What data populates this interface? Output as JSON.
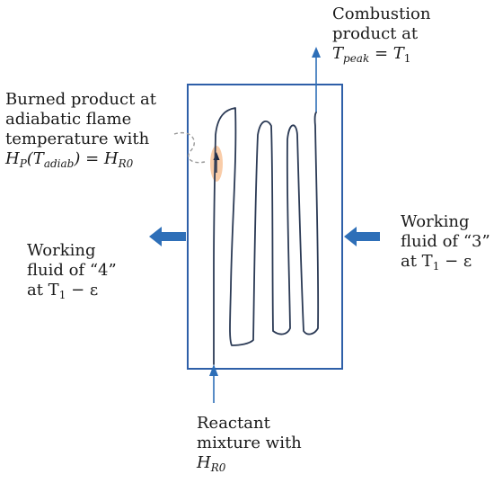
{
  "labels": {
    "top_right_line1": "Combustion",
    "top_right_line2": "product at",
    "top_right_eq_main": "T",
    "top_right_eq_sub": "peak",
    "top_right_eq_rest": " = T",
    "top_right_eq_sub2": "1",
    "left_top_line1": "Burned product at",
    "left_top_line2": "adiabatic flame",
    "left_top_line3": "temperature with",
    "left_top_eq_a": "H",
    "left_top_eq_a_sub": "P",
    "left_top_eq_b": "(T",
    "left_top_eq_b_sub": "adiab",
    "left_top_eq_c": ") = H",
    "left_top_eq_c_sub": "R0",
    "left_mid_line1": "Working",
    "left_mid_line2": "fluid of “4”",
    "left_mid_line3a": "at T",
    "left_mid_line3sub": "1",
    "left_mid_line3b": " − ε",
    "right_mid_line1": "Working",
    "right_mid_line2": "fluid of “3”",
    "right_mid_line3a": "at T",
    "right_mid_line3sub": "1",
    "right_mid_line3b": " − ε",
    "bottom_line1": "Reactant",
    "bottom_line2": "mixture with",
    "bottom_eq_main": "H",
    "bottom_eq_sub": "R0"
  },
  "colors": {
    "box_stroke": "#2e5fa8",
    "arrow_blue": "#2e6fb8",
    "flame_path": "#2b3a55",
    "highlight": "#f4a261",
    "dashed": "#9a9a9a"
  }
}
